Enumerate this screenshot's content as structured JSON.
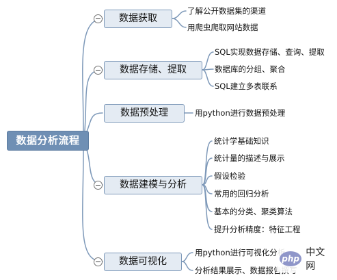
{
  "mindmap": {
    "root": {
      "label": "数据分析流程"
    },
    "branches": [
      {
        "label": "数据获取",
        "leaves": [
          "了解公开数据集的渠道",
          "用爬虫爬取网站数据"
        ]
      },
      {
        "label": "数据存储、提取",
        "leaves": [
          "SQL实现数据存储、查询、提取",
          "数据库的分组、聚合",
          "SQL建立多表联系"
        ]
      },
      {
        "label": "数据预处理",
        "leaves": [
          "用python进行数据预处理"
        ]
      },
      {
        "label": "数据建模与分析",
        "leaves": [
          "统计学基础知识",
          "统计量的描述与展示",
          "假设检验",
          "常用的回归分析",
          "基本的分类、聚类算法",
          "提升分析精度：特征工程"
        ]
      },
      {
        "label": "数据可视化",
        "leaves": [
          "用python进行可视化分析",
          "分析结果展示、数据报告撰写"
        ]
      }
    ]
  },
  "watermark": {
    "logo_text": "php",
    "text": "中文网"
  },
  "colors": {
    "root_fill": "#6f8fb4",
    "branch_fill": "#e4ebf3",
    "branch_border": "#7e99b9",
    "connector": "#7e99b9"
  }
}
